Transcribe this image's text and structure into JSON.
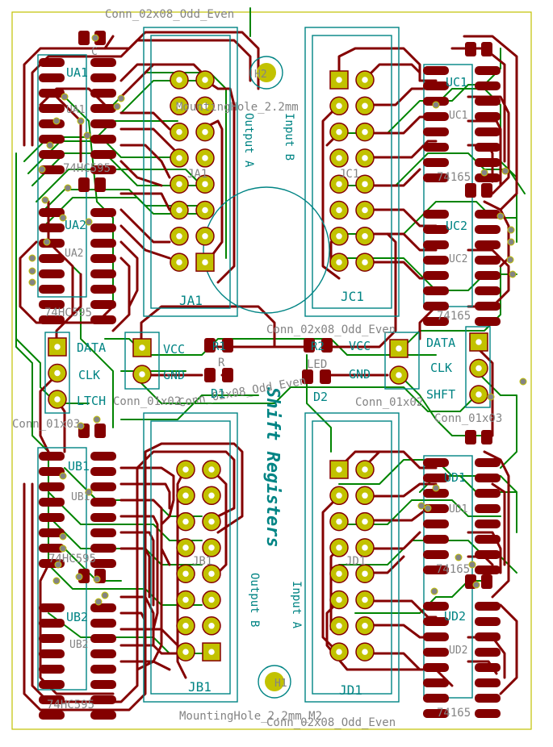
{
  "connectors": {
    "jc1_title": "Conn_02x08_Odd_Even",
    "ja1_label": "Output A",
    "jc1_label": "Input B",
    "jb1_label": "Output B",
    "jd1_label": "Input A",
    "bottom_title": "Conn_02x08_Odd_Even",
    "mid_title": "Conn_02x08_Odd_Even",
    "center_title": "Conn_02x08_Odd_Even",
    "power_left_title": "Conn_01x02",
    "power_right_title": "Conn_01x02",
    "left_hdr_title": "Conn_01x03",
    "right_hdr_title": "Conn_01x03"
  },
  "refs": {
    "ja1": "JA1",
    "jc1": "JC1",
    "jb1": "JB1",
    "jd1": "JD1",
    "ja1_fab": "JA1",
    "jc1_fab": "JC1",
    "jb1_fab": "JB1",
    "jd1_fab": "JD1",
    "ua1": "UA1",
    "ua2": "UA2",
    "ub1": "UB1",
    "ub2": "UB2",
    "uc1": "UC1",
    "uc2": "UC2",
    "ud1": "UD1",
    "ud2": "UD2",
    "ua1_fab": "UA1",
    "ua2_fab": "UA2",
    "ub1_fab": "UB1",
    "ub2_fab": "UB2",
    "uc1_fab": "UC1",
    "uc2_fab": "UC2",
    "ud1_fab": "UD1",
    "ud2_fab": "UD2",
    "hc595_a1": "74HC595",
    "hc595_a2": "74HC595",
    "hc595_b1": "74HC595",
    "hc595_b2": "74HC595",
    "ls165_c1": "74165",
    "ls165_c2": "74165",
    "ls165_d1": "74165",
    "ls165_d2": "74165",
    "c_top": "C",
    "r1": "R1",
    "r1_fab": "R",
    "r2": "R2",
    "d1": "D1",
    "d2": "D2",
    "d2_fab": "LED",
    "mh1_top": "MountingHole_2.2mm",
    "mh_top_ref": "H2",
    "mh2_bot": "MountingHole_2.2mm_M2",
    "mh_bot_ref": "H1"
  },
  "labels": {
    "data_l": "DATA",
    "clk_l": "CLK",
    "ltch_l": "LTCH",
    "vcc_l": "VCC",
    "gnd_l": "GND",
    "vcc_r": "VCC",
    "gnd_r": "GND",
    "data_r": "DATA",
    "clk_r": "CLK",
    "shft_r": "SHFT",
    "title": "Shift Registers"
  }
}
